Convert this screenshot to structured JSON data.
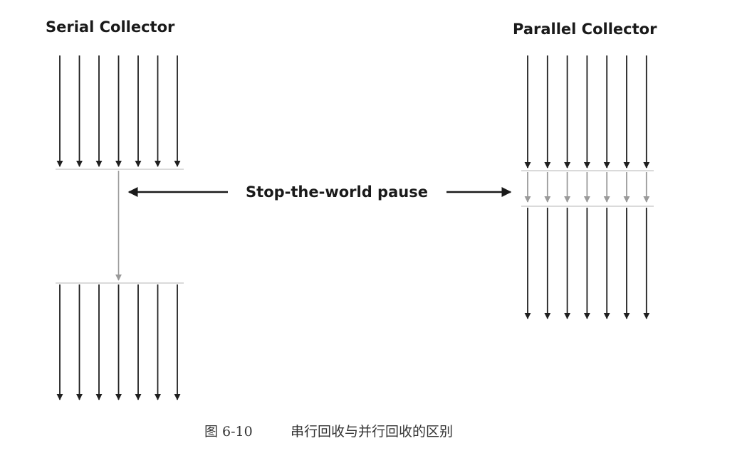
{
  "serial": {
    "title": "Serial Collector"
  },
  "parallel": {
    "title": "Parallel Collector"
  },
  "pause": {
    "label": "Stop-the-world pause"
  },
  "caption": {
    "figure": "图 6-10",
    "text": "串行回收与并行回收的区别"
  },
  "colors": {
    "app_thread": "#1f1f1f",
    "gc_thread": "#9a9a9a",
    "separator": "#b5b5b5",
    "text": "#1a1a1a"
  },
  "diagram": {
    "serial": {
      "app_threads_before": 7,
      "gc_threads": 1,
      "app_threads_after": 7
    },
    "parallel": {
      "app_threads_before": 7,
      "gc_threads": 7,
      "app_threads_after": 7
    }
  }
}
